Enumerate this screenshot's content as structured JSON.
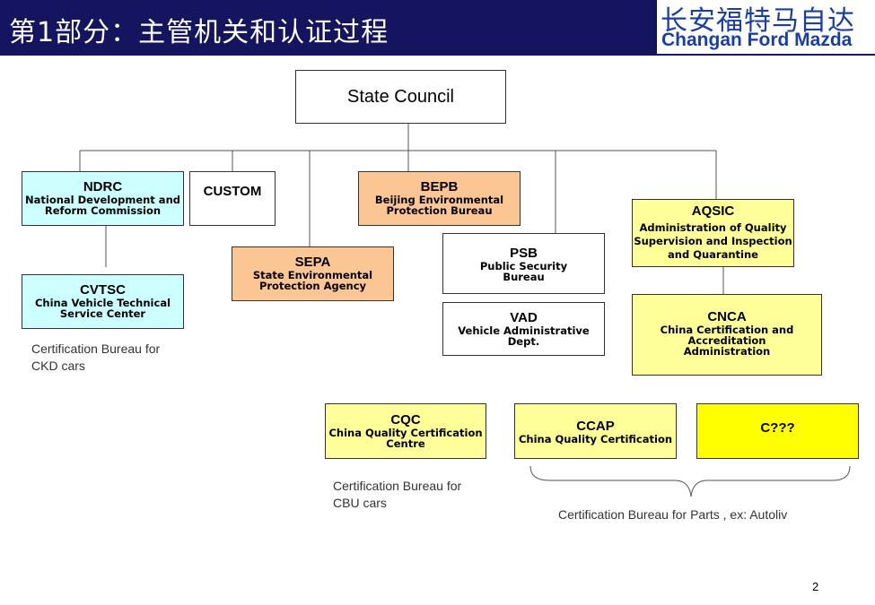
{
  "header": {
    "title": "第1部分：主管机关和认证过程",
    "brand_cn": "长安福特马自达",
    "brand_en": "Changan Ford Mazda",
    "title_bar_color": "#14145f",
    "brand_color": "#1a3fa0"
  },
  "org": {
    "state_council": {
      "label": "State Council"
    },
    "ndrc": {
      "abbr": "NDRC",
      "line1": "National Development and",
      "line2": "Reform Commission"
    },
    "custom": {
      "abbr": "CUSTOM"
    },
    "bepb": {
      "abbr": "BEPB",
      "line1": "Beijing Environmental",
      "line2": "Protection Bureau"
    },
    "aqsic": {
      "abbr": "AQSIC",
      "line1": "Administration of Quality",
      "line2": "Supervision and Inspection",
      "line3": "and Quarantine"
    },
    "sepa": {
      "abbr": "SEPA",
      "line1": "State Environmental",
      "line2": "Protection Agency"
    },
    "psb": {
      "abbr": "PSB",
      "line1": "Public Security",
      "line2": "Bureau"
    },
    "cvtsc": {
      "abbr": "CVTSC",
      "line1": "China Vehicle Technical",
      "line2": "Service Center"
    },
    "vad": {
      "abbr": "VAD",
      "line1": "Vehicle Administrative",
      "line2": "Dept."
    },
    "cnca": {
      "abbr": "CNCA",
      "line1": "China Certification and",
      "line2": "Accreditation",
      "line3": "Administration"
    },
    "cqc": {
      "abbr": "CQC",
      "line1": "China Quality Certification",
      "line2": "Centre"
    },
    "ccap": {
      "abbr": "CCAP",
      "line1": "China Quality Certification"
    },
    "c_unknown": {
      "abbr": "C???"
    }
  },
  "notes": {
    "ckd": {
      "line1": "Certification Bureau for",
      "line2": "CKD cars"
    },
    "cbu": {
      "line1": "Certification Bureau for",
      "line2": "CBU cars"
    },
    "parts": "Certification Bureau for Parts , ex: Autoliv"
  },
  "colors": {
    "cyan": "#ccffff",
    "orange": "#fcc594",
    "light_yellow": "#ffff99",
    "bright_yellow": "#ffff00"
  },
  "page_number": "2"
}
